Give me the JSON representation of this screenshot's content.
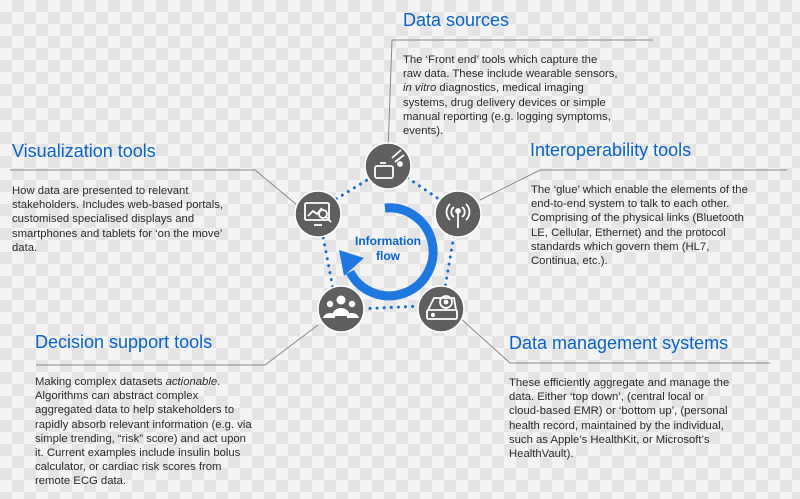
{
  "data_sources": {
    "title": "Data sources",
    "lines": [
      "The ‘Front end’ tools which capture the",
      "raw data.  These include wearable sensors,",
      "diagnostics, medical imaging",
      "systems, drug delivery devices or simple",
      "manual reporting (e.g. logging symptoms,",
      "events)."
    ],
    "italic": "in vitro"
  },
  "visualization": {
    "title": "Visualization tools",
    "lines": [
      "How data are presented to relevant",
      "stakeholders. Includes web-based portals,",
      "customised specialised displays and",
      "smartphones and tablets for ‘on the move’",
      "data."
    ]
  },
  "interoperability": {
    "title": "Interoperability tools",
    "lines": [
      "The ‘glue’ which enable the elements of the",
      "end-to-end system to talk to each other.",
      "Comprising of the physical links (Bluetooth",
      "LE, Cellular, Ethernet) and the protocol",
      "standards  which govern them (HL7,",
      "Continua, etc.)."
    ]
  },
  "decision": {
    "title": "Decision support tools",
    "line1_prefix": "Making complex datasets ",
    "line1_italic": "actionable",
    "line1_suffix": ".",
    "lines": [
      "Algorithms can abstract complex",
      "aggregated data to help stakeholders to",
      "rapidly absorb  relevant information (e.g. via",
      "simple trending,  “risk” score) and act upon",
      "it. Current examples include insulin bolus",
      "calculator, or cardiac risk scores from",
      "remote ECG data."
    ]
  },
  "data_management": {
    "title": "Data management systems",
    "lines": [
      "These efficiently aggregate and manage the",
      "data. Either ‘top down’, (central local or",
      "cloud-based EMR) or ‘bottom up’, (personal",
      "health record, maintained by the individual,",
      "such as Apple’s HealthKit, or Microsoft’s",
      "HealthVault)."
    ]
  },
  "center": {
    "line1": "Information",
    "line2": "flow"
  },
  "colors": {
    "accent": "#0a64c8",
    "node": "#5f5f5f",
    "ring_dots": "#1b6fd0",
    "arrow": "#1f78e0"
  },
  "icons": {
    "top": "wearable-device-icon",
    "left": "analytics-monitor-icon",
    "right": "wireless-antenna-icon",
    "bottom_left": "people-group-icon",
    "bottom_right": "disk-drive-icon"
  }
}
